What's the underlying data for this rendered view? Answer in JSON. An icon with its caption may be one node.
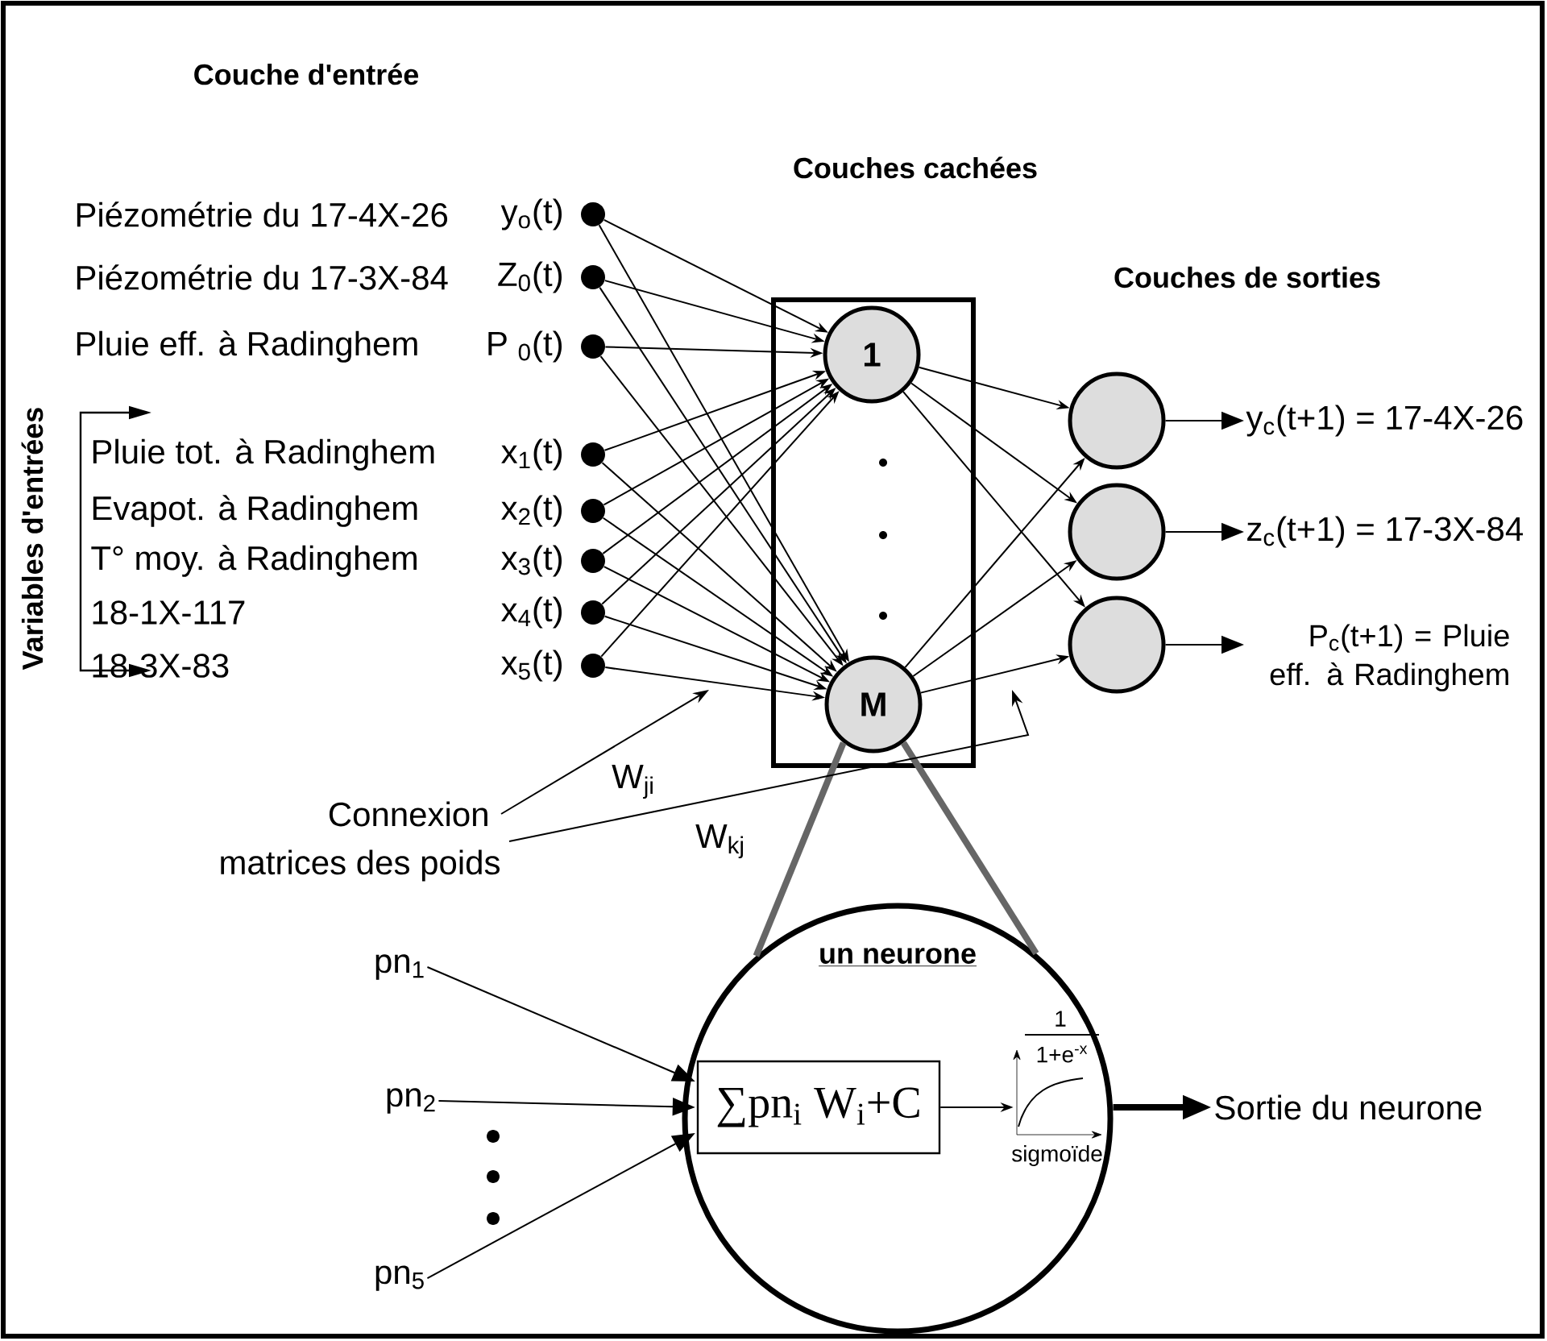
{
  "diagram": {
    "nodes": [
      {
        "text": [],
        "shape": "circle",
        "beside": [
          "y$_{o}$(t)"
        ]
      },
      {
        "text": [],
        "shape": "circle",
        "beside": [
          "Z$_{0}$(t)"
        ]
      },
      {
        "text": [],
        "shape": "circle",
        "beside": [
          "P $_{0}$(t)"
        ]
      },
      {
        "text": [],
        "shape": "circle",
        "beside": [
          "x$_{1}$(t)"
        ]
      },
      {
        "text": [],
        "shape": "circle",
        "beside": [
          "x$_{2}$(t)"
        ]
      },
      {
        "text": [],
        "shape": "circle",
        "beside": [
          "x$_{3}$(t)"
        ]
      },
      {
        "text": [],
        "shape": "circle",
        "beside": [
          "x$_{4}$(t)"
        ]
      },
      {
        "text": [],
        "shape": "circle",
        "beside": [
          "x$_{5}$(t)"
        ]
      },
      {
        "text": [],
        "shape": "box"
      },
      {
        "text": [
          "1"
        ],
        "in": 8
      },
      {
        "text": [
          "M"
        ],
        "in": 8
      },
      {
        "text": [],
        "shape": "circle"
      },
      {
        "text": [],
        "shape": "circle"
      },
      {
        "text": [],
        "shape": "circle"
      },
      {
        "text": [
          "y$_{c}$(t+1) = 17-4X-26"
        ]
      },
      {
        "text": [
          "z$_{c}$(t+1) = 17-3X-84"
        ]
      },
      {
        "text": [
          "P$_{c}$(t+1) = Pluie eff. à Radinghem"
        ]
      },
      {
        "text": [
          "un neurone"
        ]
      },
      {
        "text": [
          "∑pn$_{i}$ W$_{i}$+C"
        ],
        "in": 17
      },
      {
        "text": [
          "1",
          "1+e$^{-x}$",
          "sigmoïde"
        ],
        "in": 17
      },
      {
        "text": [
          "Sortie du neurone"
        ]
      },
      {
        "text": [
          "pn$_{1}$"
        ]
      },
      {
        "text": [
          "pn$_{2}$"
        ]
      },
      {
        "text": [
          "pn$_{5}$"
        ]
      },
      {
        "text": [
          "Connexion"
        ]
      },
      {
        "text": [
          "matrices des poids"
        ]
      }
    ],
    "edges": [
      {
        "from": 0,
        "to": 9,
        "arrow": "to"
      },
      {
        "from": 0,
        "to": 10,
        "arrow": "to"
      },
      {
        "from": 1,
        "to": 9,
        "arrow": "to"
      },
      {
        "from": 1,
        "to": 10,
        "arrow": "to"
      },
      {
        "from": 2,
        "to": 9,
        "arrow": "to"
      },
      {
        "from": 2,
        "to": 10,
        "arrow": "to"
      },
      {
        "from": 3,
        "to": 9,
        "arrow": "to"
      },
      {
        "from": 3,
        "to": 10,
        "arrow": "to"
      },
      {
        "from": 4,
        "to": 9,
        "arrow": "to"
      },
      {
        "from": 4,
        "to": 10,
        "arrow": "to"
      },
      {
        "from": 5,
        "to": 9,
        "arrow": "to"
      },
      {
        "from": 5,
        "to": 10,
        "arrow": "to"
      },
      {
        "from": 6,
        "to": 9,
        "arrow": "to"
      },
      {
        "from": 6,
        "to": 10,
        "arrow": "to"
      },
      {
        "from": 7,
        "to": 9,
        "arrow": "to"
      },
      {
        "from": 7,
        "to": 10,
        "arrow": "to"
      },
      {
        "from": 9,
        "to": 11,
        "arrow": "to"
      },
      {
        "from": 9,
        "to": 12,
        "arrow": "to"
      },
      {
        "from": 9,
        "to": 13,
        "arrow": "to"
      },
      {
        "from": 10,
        "to": 11,
        "arrow": "to"
      },
      {
        "from": 10,
        "to": 12,
        "arrow": "to"
      },
      {
        "from": 10,
        "to": 13,
        "arrow": "to"
      },
      {
        "from": 11,
        "to": 14,
        "arrow": "to"
      },
      {
        "from": 12,
        "to": 15,
        "arrow": "to"
      },
      {
        "from": 13,
        "to": 16,
        "arrow": "to"
      },
      {
        "from": 10,
        "to": 17,
        "arrow": "none",
        "style": "thick",
        "color": "#666666"
      },
      {
        "from": 10,
        "to": 17,
        "arrow": "none",
        "style": "thick",
        "color": "#666666"
      },
      {
        "from": 21,
        "to": 18,
        "arrow": "to"
      },
      {
        "from": 22,
        "to": 18,
        "arrow": "to"
      },
      {
        "from": 23,
        "to": 18,
        "arrow": "to"
      },
      {
        "from": 18,
        "to": 19,
        "arrow": "to"
      },
      {
        "from": 17,
        "to": 20,
        "arrow": "to",
        "style": "thick"
      },
      {
        "from": 24,
        "to": null,
        "arrow": "to",
        "label": "W$_{ji}$"
      },
      {
        "from": 25,
        "to": null,
        "arrow": "to",
        "label": "W$_{kj}$"
      }
    ],
    "labels": [
      "Couche d'entrée",
      "Couches cachées",
      "Piézométrie du 17-4X-26",
      "Piézométrie du 17-3X-84",
      "Couches de sorties",
      "Pluie eff. à Radinghem",
      "Pluie tot. à Radinghem",
      "Evapot. à Radinghem",
      "T° moy. à Radinghem",
      "18-1X-117",
      "18-3X-83",
      "Variables d'entrées"
    ]
  }
}
